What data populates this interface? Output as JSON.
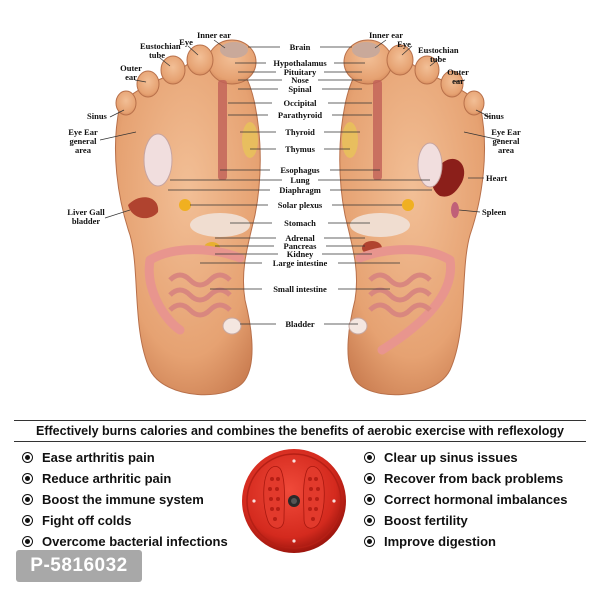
{
  "diagram": {
    "center_labels": {
      "brain": "Brain",
      "hypothalamus": "Hypothalamus",
      "pituitary": "Pituitary",
      "nose": "Nose",
      "spinal": "Spinal",
      "occipital": "Occipital",
      "parathyroid": "Parathyroid",
      "thyroid": "Thyroid",
      "thymus": "Thymus",
      "esophagus": "Esophagus",
      "lung": "Lung",
      "diaphragm": "Diaphragm",
      "solar_plexus": "Solar plexus",
      "stomach": "Stomach",
      "adrenal": "Adrenal",
      "pancreas": "Pancreas",
      "kidney": "Kidney",
      "large_intestine": "Large intestine",
      "small_intestine": "Small intestine",
      "bladder": "Bladder"
    },
    "left_labels": {
      "inner_ear": "Inner ear",
      "eye": "Eye",
      "eustochian_tube": "Eustochian tube",
      "outer_ear": "Outer ear",
      "sinus": "Sinus",
      "eye_ear_general_area": "Eye Ear general area",
      "liver_gall_bladder": "Liver Gall bladder"
    },
    "right_labels": {
      "inner_ear": "Inner ear",
      "eye": "Eye",
      "eustochian_tube": "Eustochian tube",
      "outer_ear": "Outer ear",
      "sinus": "Sinus",
      "eye_ear_general_area": "Eye Ear general area",
      "heart": "Heart",
      "spleen": "Spleen"
    }
  },
  "banner": "Effectively burns calories and combines the benefits of aerobic exercise with reflexology",
  "benefits_left": [
    "Ease arthritis pain",
    "Reduce arthritic pain",
    "Boost the immune system",
    "Fight off colds",
    "Overcome bacterial infections"
  ],
  "benefits_right": [
    "Clear up sinus issues",
    "Recover from back problems",
    "Correct hormonal imbalances",
    "Boost fertility",
    "Improve digestion"
  ],
  "product_code": "P-5816032",
  "colors": {
    "skin": "#e9a477",
    "skin_shadow": "#c97c52",
    "intestine": "#e8958e",
    "disc_red": "#d42a1e",
    "leader_line": "#333333"
  }
}
